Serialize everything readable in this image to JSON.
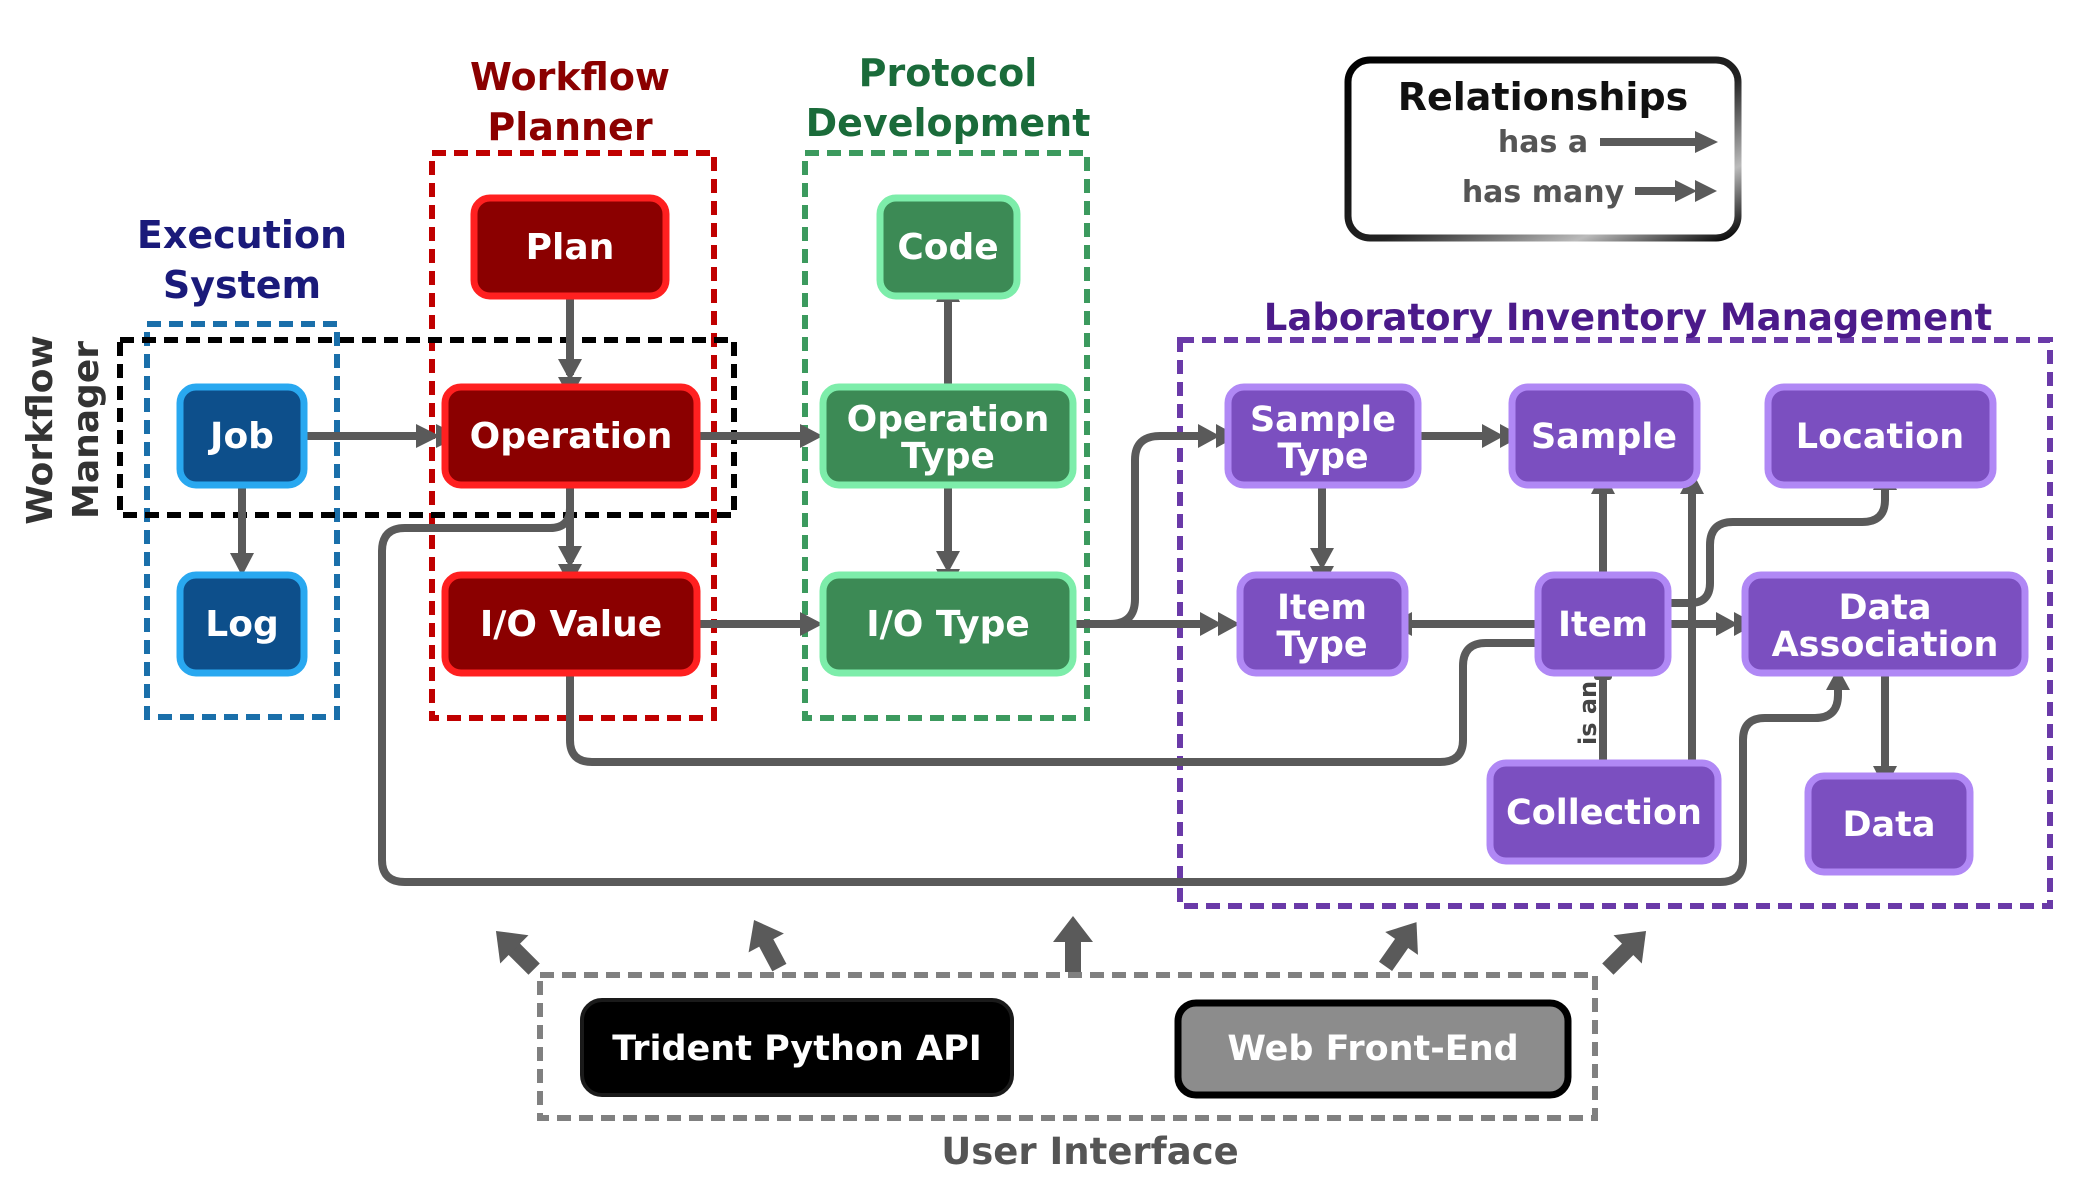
{
  "groups": {
    "execution_system": {
      "title_line1": "Execution",
      "title_line2": "System",
      "color": "#1a1a7a"
    },
    "workflow_planner": {
      "title_line1": "Workflow",
      "title_line2": "Planner",
      "color": "#8b0000"
    },
    "protocol_development": {
      "title_line1": "Protocol",
      "title_line2": "Development",
      "color": "#1a6b3a"
    },
    "workflow_manager": {
      "title_line1": "Workflow",
      "title_line2": "Manager",
      "color": "#333333"
    },
    "lab_inventory": {
      "title": "Laboratory Inventory Management",
      "color": "#4b1a8a"
    },
    "user_interface": {
      "title": "User Interface",
      "color": "#555555"
    }
  },
  "legend": {
    "title": "Relationships",
    "has_a": "has a",
    "has_many": "has many"
  },
  "nodes": {
    "job": "Job",
    "log": "Log",
    "plan": "Plan",
    "operation": "Operation",
    "io_value": "I/O Value",
    "code": "Code",
    "operation_type_1": "Operation",
    "operation_type_2": "Type",
    "io_type": "I/O Type",
    "sample_type_1": "Sample",
    "sample_type_2": "Type",
    "sample": "Sample",
    "location": "Location",
    "item_type_1": "Item",
    "item_type_2": "Type",
    "item": "Item",
    "data_association_1": "Data",
    "data_association_2": "Association",
    "collection": "Collection",
    "data": "Data",
    "trident_api": "Trident Python API",
    "web_frontend": "Web Front-End"
  },
  "edge_labels": {
    "is_an": "is an"
  },
  "colors": {
    "blue_fill": "#0d4f8b",
    "blue_stroke": "#29a8f0",
    "red_fill": "#8b0000",
    "red_stroke": "#ff2020",
    "green_fill": "#3c8a55",
    "green_stroke": "#7dedaa",
    "purple_fill": "#7b4fc0",
    "purple_stroke": "#b088f5",
    "arrow": "#5a5a5a"
  }
}
